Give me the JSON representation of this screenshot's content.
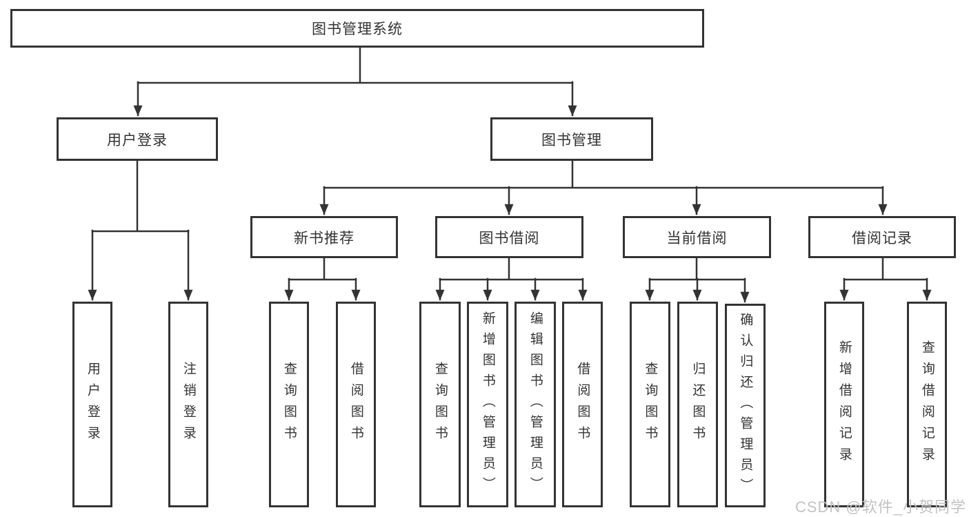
{
  "tree": {
    "root": "图书管理系统",
    "branches": [
      {
        "label": "用户登录",
        "leaves": [
          "用户登录",
          "注销登录"
        ]
      },
      {
        "label": "图书管理",
        "sections": [
          {
            "label": "新书推荐",
            "leaves": [
              "查询图书",
              "借阅图书"
            ]
          },
          {
            "label": "图书借阅",
            "leaves": [
              "查询图书",
              "新增图书（管理员）",
              "编辑图书（管理员）",
              "借阅图书"
            ]
          },
          {
            "label": "当前借阅",
            "leaves": [
              "查询图书",
              "归还图书",
              "确认归还（管理员）"
            ]
          },
          {
            "label": "借阅记录",
            "leaves": [
              "新增借阅记录",
              "查询借阅记录"
            ]
          }
        ]
      }
    ]
  },
  "watermark": "CSDN @软件_小贺同学",
  "colors": {
    "line": "#333333",
    "box_border": "#333333",
    "text": "#333333",
    "background": "#ffffff",
    "watermark": "#c2c2c2"
  }
}
